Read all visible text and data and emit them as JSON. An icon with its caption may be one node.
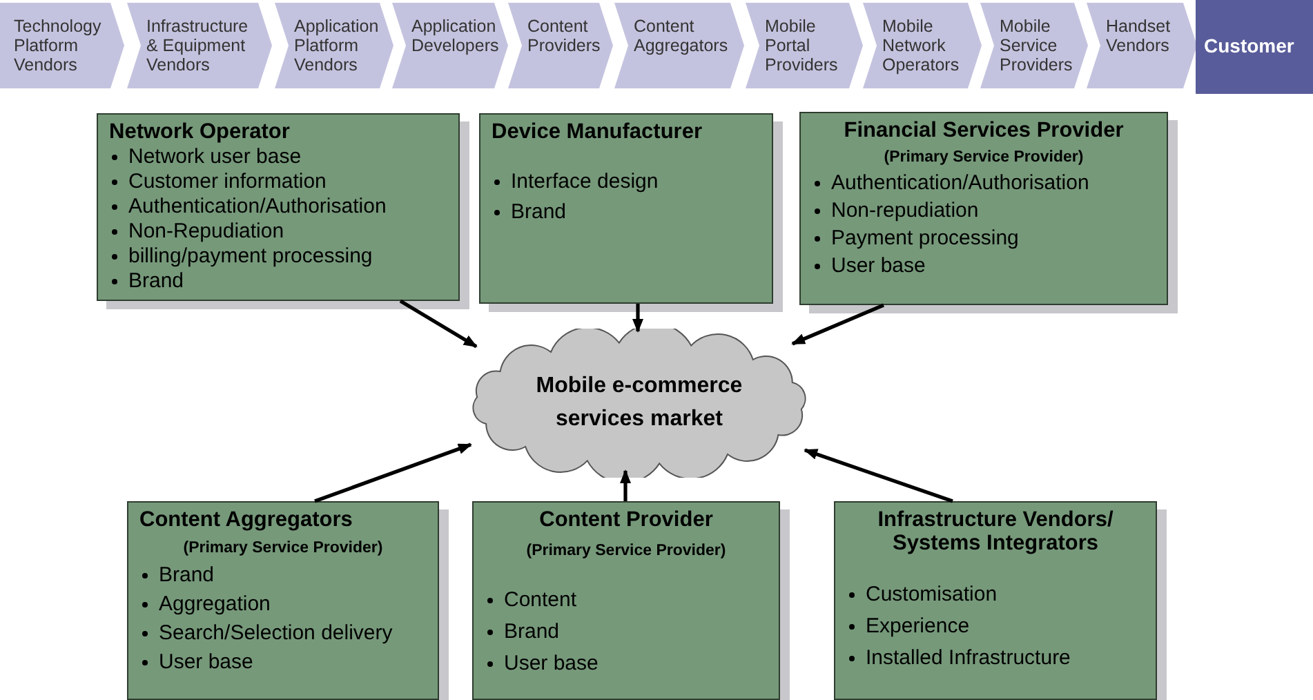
{
  "diagram": {
    "nodes": [
      {
        "text": [
          "Technology Platform Vendors"
        ]
      },
      {
        "text": [
          "Infrastructure & Equipment Vendors"
        ]
      },
      {
        "text": [
          "Application Platform Vendors"
        ]
      },
      {
        "text": [
          "Application Developers"
        ]
      },
      {
        "text": [
          "Content Providers"
        ]
      },
      {
        "text": [
          "Content Aggregators"
        ]
      },
      {
        "text": [
          "Mobile Portal Providers"
        ]
      },
      {
        "text": [
          "Mobile Network Operators"
        ]
      },
      {
        "text": [
          "Mobile Service Providers"
        ]
      },
      {
        "text": [
          "Handset Vendors"
        ]
      },
      {
        "text": [
          "Customer"
        ]
      },
      {
        "text": [
          "Network Operator",
          "Network user base",
          "Customer information",
          "Authentication/Authorisation",
          "Non-Repudiation",
          "billing/payment processing",
          "Brand"
        ]
      },
      {
        "text": [
          "Device Manufacturer",
          "Interface design",
          "Brand"
        ]
      },
      {
        "text": [
          "Financial Services Provider",
          "(Primary Service Provider)",
          "Authentication/Authorisation",
          "Non-repudiation",
          "Payment processing",
          "User base"
        ]
      },
      {
        "text": [
          "Mobile e-commerce services market"
        ]
      },
      {
        "text": [
          "Content Aggregators",
          "(Primary Service Provider)",
          "Brand",
          "Aggregation",
          "Search/Selection delivery",
          "User base"
        ]
      },
      {
        "text": [
          "Content Provider",
          "(Primary Service Provider)",
          "Content",
          "Brand",
          "User base"
        ]
      },
      {
        "text": [
          "Infrastructure Vendors/ Systems Integrators",
          "Customisation",
          "Experience",
          "Installed Infrastructure"
        ]
      }
    ],
    "edges": [
      {
        "from": 11,
        "to": 14,
        "arrow": "to"
      },
      {
        "from": 12,
        "to": 14,
        "arrow": "to"
      },
      {
        "from": 13,
        "to": 14,
        "arrow": "to"
      },
      {
        "from": 15,
        "to": 14,
        "arrow": "to"
      },
      {
        "from": 16,
        "to": 14,
        "arrow": "to"
      },
      {
        "from": 17,
        "to": 14,
        "arrow": "to"
      }
    ]
  }
}
